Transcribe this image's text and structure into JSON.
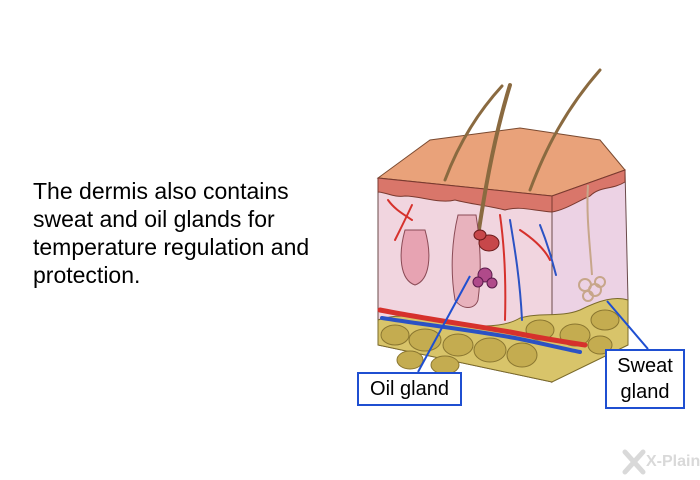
{
  "caption": "The dermis also contains sweat and oil glands for temperature regulation and protection.",
  "labels": {
    "oil_gland": "Oil gland",
    "sweat_gland_line1": "Sweat",
    "sweat_gland_line2": "gland"
  },
  "logo": "X-Plain",
  "colors": {
    "label_border": "#1f4fd1",
    "epidermis": "#e9a27a",
    "dermis": "#f3d7e1",
    "fat": "#c9b25a",
    "artery": "#d6312c",
    "vein": "#2b52c4"
  }
}
